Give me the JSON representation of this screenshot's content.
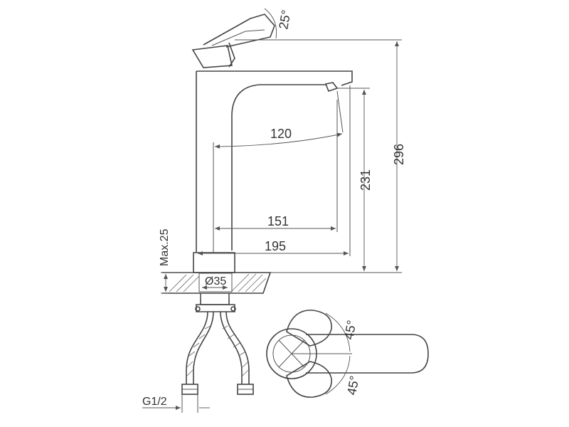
{
  "drawing": {
    "dimensions": {
      "handle_angle": "25°",
      "total_height": "296",
      "spout_height": "231",
      "spout_reach": "120",
      "inner_length": "151",
      "base_length": "195",
      "max_thickness": "Max.25",
      "base_diameter": "Ø35",
      "thread": "G1/2",
      "rotation_top": "45°",
      "rotation_bottom": "45°"
    },
    "colors": {
      "line": "#444444",
      "background": "#ffffff"
    }
  }
}
